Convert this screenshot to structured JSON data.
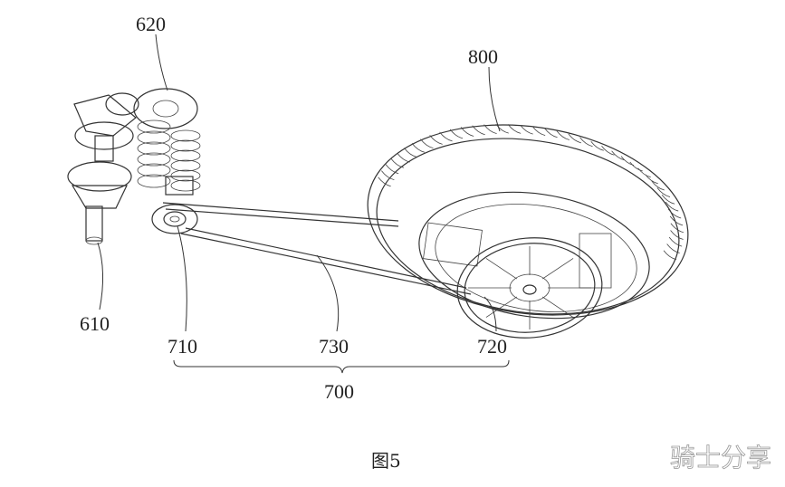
{
  "labels": {
    "crankshaft": "610",
    "gearbox": "620",
    "drive_assembly": "700",
    "front_pulley": "710",
    "rear_pulley": "720",
    "belt": "730",
    "rear_wheel": "800"
  },
  "caption": "图5",
  "watermark": "骑士分享"
}
